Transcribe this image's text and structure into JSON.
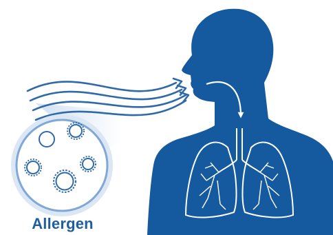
{
  "labels": {
    "allergen": "Allergen"
  },
  "colors": {
    "silhouette": "#155a9e",
    "caption": "#1f5f9c",
    "air_stream": "#2f6aa8",
    "lens_rim": "#7fa8d6",
    "lens_fill": "#ffffff",
    "lens_glow": "#dbe7f5",
    "pollen": "#2f6aa8",
    "lung_outline": "#ffffff",
    "airflow_arrow": "#ffffff"
  },
  "icons": [
    "allergen-particle",
    "air-stream",
    "human-silhouette",
    "lungs",
    "airflow-arrow"
  ]
}
